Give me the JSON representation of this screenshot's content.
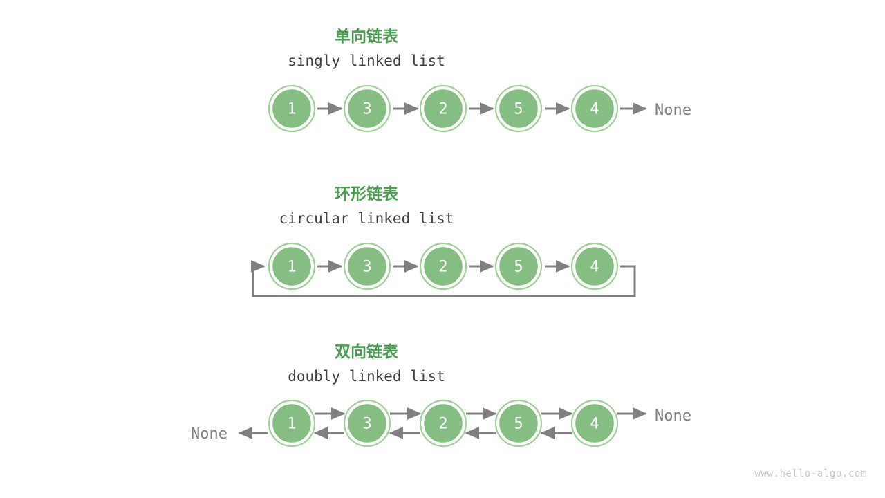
{
  "figure": {
    "watermark": "www.hello-algo.com",
    "none_label": "None",
    "colors": {
      "node_fill": "#86bd82",
      "node_ring": "#a3cf9d",
      "node_text": "#ffffff",
      "title_green": "#4a9c52",
      "subtitle_gray": "#3f3f3f",
      "arrow_gray": "#808080",
      "watermark_gray": "#c8c8c8",
      "background": "#ffffff"
    }
  },
  "sections": [
    {
      "id": "singly",
      "title_cn": "单向链表",
      "title_en": "singly linked list",
      "nodes": [
        "1",
        "3",
        "2",
        "5",
        "4"
      ],
      "tail_none": "None",
      "head_none": null
    },
    {
      "id": "circular",
      "title_cn": "环形链表",
      "title_en": "circular linked list",
      "nodes": [
        "1",
        "3",
        "2",
        "5",
        "4"
      ],
      "tail_none": null,
      "head_none": null
    },
    {
      "id": "doubly",
      "title_cn": "双向链表",
      "title_en": "doubly linked list",
      "nodes": [
        "1",
        "3",
        "2",
        "5",
        "4"
      ],
      "tail_none": "None",
      "head_none": "None"
    }
  ]
}
